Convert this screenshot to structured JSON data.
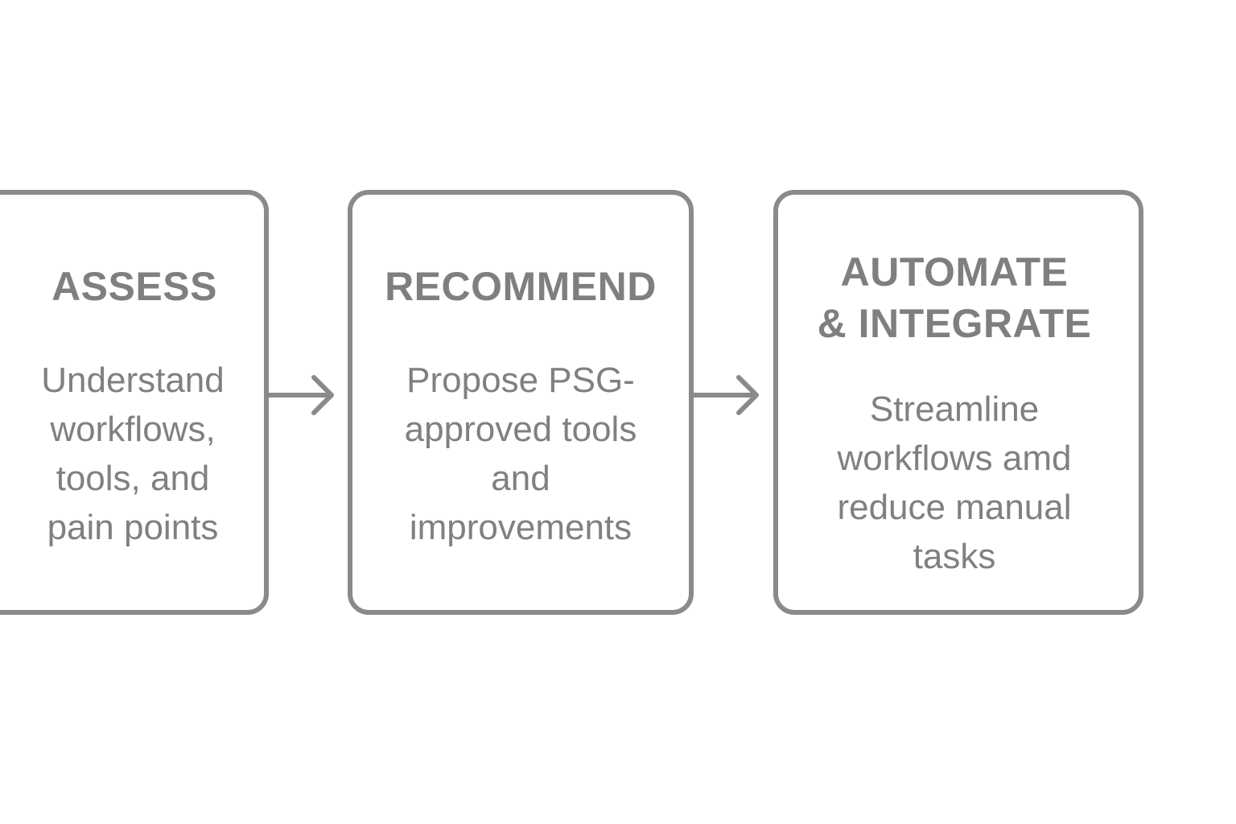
{
  "steps": [
    {
      "title": [
        "ASSESS"
      ],
      "description": [
        "Understand",
        "workflows,",
        "tools, and",
        "pain points"
      ]
    },
    {
      "title": [
        "RECOMMEND"
      ],
      "description": [
        "Propose PSG-",
        "approved tools",
        "and",
        "improvements"
      ]
    },
    {
      "title": [
        "AUTOMATE",
        "& INTEGRATE"
      ],
      "description": [
        "Streamline",
        "workflows amd",
        "reduce manual",
        "tasks"
      ]
    }
  ],
  "colors": {
    "stroke": "#8a8a8a",
    "text": "#7f7f7f",
    "background": "#ffffff"
  },
  "icons": [
    "arrow-right-icon",
    "arrow-right-icon"
  ]
}
